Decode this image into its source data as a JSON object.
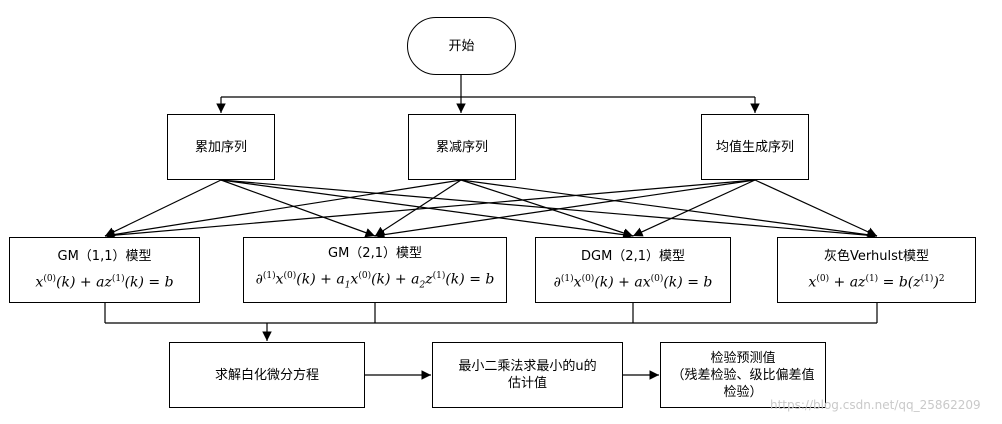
{
  "start": {
    "label": "开始"
  },
  "sequences": [
    {
      "label": "累加序列"
    },
    {
      "label": "累减序列"
    },
    {
      "label": "均值生成序列"
    }
  ],
  "models": [
    {
      "title": "GM（1,1）模型",
      "formula": "x(0)(k) + az(1)(k) = b"
    },
    {
      "title": "GM（2,1）模型",
      "formula": "∂(1)x(0)(k) + a1x(0)(k) + a2z(1)(k) = b"
    },
    {
      "title": "DGM（2,1）模型",
      "formula": "∂(1)x(0)(k) + ax(0)(k) = b"
    },
    {
      "title": "灰色Verhulst模型",
      "formula": "x(0) + az(1) = b(z(1))2"
    }
  ],
  "steps": [
    {
      "label": "求解白化微分方程"
    },
    {
      "lines": [
        "最小二乘法求最小的u的",
        "估计值"
      ]
    },
    {
      "lines": [
        "检验预测值",
        "（残差检验、级比偏差值",
        "检验）"
      ]
    }
  ],
  "watermark": "https://blog.csdn.net/qq_25862209"
}
